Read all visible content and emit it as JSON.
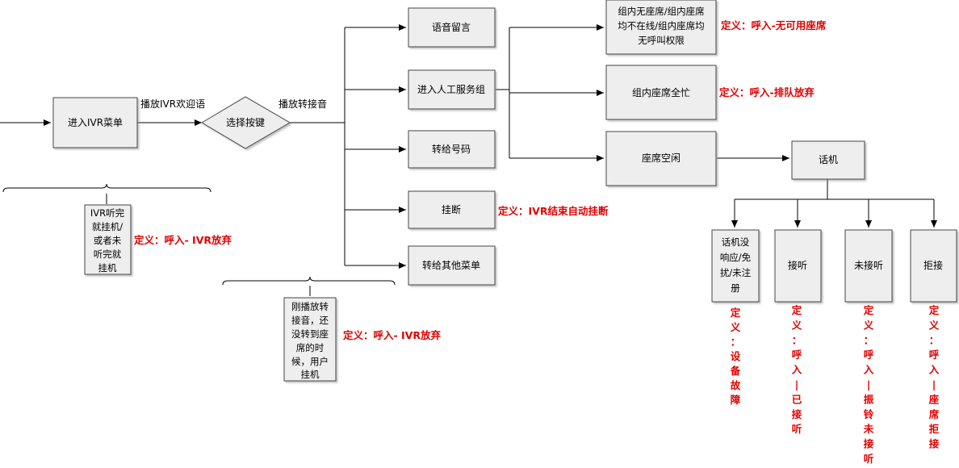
{
  "nodes": {
    "ivr_menu": "进入IVR菜单",
    "select_key": "选择按键",
    "voicemail": "语音留言",
    "agent_group": "进入人工服务组",
    "transfer_number": "转给号码",
    "hangup": "挂断",
    "other_menu": "转给其他菜单",
    "no_agent": [
      "组内无座席/组内座席",
      "均不在线/组内座席均",
      "无呼叫权限"
    ],
    "all_busy": "组内座席全忙",
    "agent_idle": "座席空闲",
    "phone": "话机",
    "no_response": [
      "话机没",
      "响应/免",
      "扰/未注",
      "册"
    ],
    "answered": "接听",
    "not_answered": "未接听",
    "rejected": "拒接",
    "ivr_hangup_note": [
      "IVR听完",
      "就挂机/",
      "或者未",
      "听完就",
      "挂机"
    ],
    "transfer_hangup_note": [
      "刚播放转",
      "接音，还",
      "没转到座",
      "席的时",
      "候，用户",
      "挂机"
    ]
  },
  "edge_labels": {
    "welcome": "播放IVR欢迎语",
    "transfer_tone": "播放转接音"
  },
  "definitions": {
    "no_agent_def": "定义：呼入-无可用座席",
    "queue_abandon": "定义：呼入-排队放弃",
    "ivr_end_hangup": "定义：IVR结束自动挂断",
    "ivr_abandon_1": "定义：呼入- IVR放弃",
    "ivr_abandon_2": "定义：呼入- IVR放弃",
    "device_fault": [
      "定",
      "义",
      "：",
      "设",
      "备",
      "故",
      "障"
    ],
    "connected": [
      "定",
      "义",
      "：",
      "呼",
      "入",
      "|",
      "已",
      "接",
      "听"
    ],
    "ringing_unanswered": [
      "定",
      "义",
      "：",
      "呼",
      "入",
      "|",
      "振",
      "铃",
      "未",
      "接",
      "听"
    ],
    "agent_rejected": [
      "定",
      "义",
      "：",
      "呼",
      "入",
      "|",
      "座",
      "席",
      "拒",
      "接"
    ]
  },
  "colors": {
    "definition_red": "#e00000",
    "box_fill": "#eeeeee"
  }
}
